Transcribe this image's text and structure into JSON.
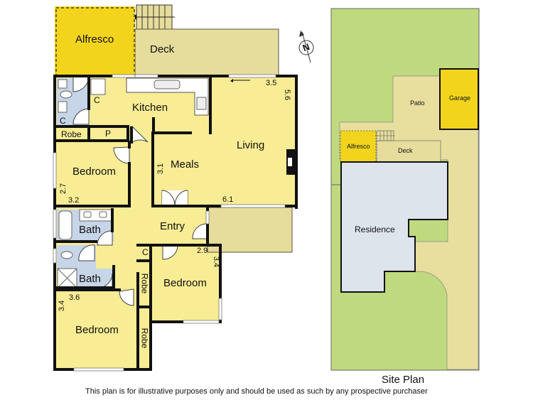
{
  "colors": {
    "room_fill": "#f8ec94",
    "alfresco_fill": "#f2d41c",
    "deck_fill": "#e6dc9c",
    "wet_area_fill": "#c7d5e8",
    "wall": "#111111",
    "lawn": "#bfd97e",
    "paving": "#e8df9f",
    "residence": "#dde4ec",
    "garage": "#f2d41c"
  },
  "floor_plan": {
    "rooms": {
      "alfresco": "Alfresco",
      "deck": "Deck",
      "kitchen": "Kitchen",
      "living": "Living",
      "meals": "Meals",
      "entry": "Entry",
      "bedroom_1": "Bedroom",
      "bedroom_2": "Bedroom",
      "bedroom_3": "Bedroom",
      "bath_1": "Bath",
      "bath_2": "Bath",
      "robe_1": "Robe",
      "robe_2": "Robe",
      "robe_3": "Robe",
      "pantry": "P",
      "cupboard_1": "C",
      "cupboard_2": "C",
      "cupboard_3": "C"
    },
    "dimensions": {
      "living_width": "3.5",
      "living_depth": "5.6",
      "living_meals_length": "6.1",
      "meals_depth": "3.1",
      "bedroom_1_depth": "2.7",
      "bedroom_1_width": "3.2",
      "bedroom_2_width": "2.9",
      "bedroom_2_depth": "3.4",
      "bedroom_3_width": "3.6",
      "bedroom_3_depth": "3.4"
    },
    "compass": {
      "label": "N"
    }
  },
  "site_plan": {
    "title": "Site Plan",
    "areas": {
      "patio": "Patio",
      "garage": "Garage",
      "alfresco": "Alfresco",
      "deck": "Deck",
      "residence": "Residence"
    }
  },
  "disclaimer": "This plan is for illustrative purposes only and should be used as such by any prospective purchaser"
}
